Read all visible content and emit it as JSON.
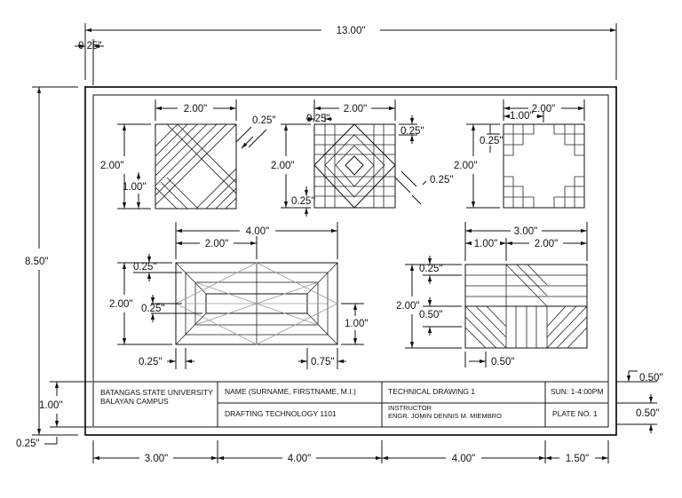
{
  "dimensions": {
    "sheet_width": "13.00\"",
    "sheet_height": "8.50\"",
    "border_offset": "0.25\"",
    "title_block_height": "1.00\"",
    "bottom_offset": "0.25\"",
    "tb_right_top": "0.50\"",
    "tb_right_bottom": "0.50\"",
    "col1": "3.00\"",
    "col2": "4.00\"",
    "col3": "4.00\"",
    "col4": "1.50\"",
    "fig1_width": "2.00\"",
    "fig1_height": "2.00\"",
    "fig1_half": "1.00\"",
    "fig1_diag": "0.25\"",
    "fig2_width": "2.00\"",
    "fig2_offset": "0.25\"",
    "fig2_height": "2.00\"",
    "fig2_top": "0.25\"",
    "fig2_bottom": "0.25\"",
    "fig2_diag": "0.25\"",
    "fig3_width": "2.00\"",
    "fig3_half": "1.00\"",
    "fig3_small": "0.25\"",
    "fig3_height": "2.00\"",
    "fig4_width": "4.00\"",
    "fig4_half": "2.00\"",
    "fig4_top": "0.25\"",
    "fig4_height": "2.00\"",
    "fig4_inner": "0.25\"",
    "fig4_right": "1.00\"",
    "fig4_bottom_left": "0.25\"",
    "fig4_bottom_right": "0.75\"",
    "fig5_width": "3.00\"",
    "fig5_left": "1.00\"",
    "fig5_right": "2.00\"",
    "fig5_top": "0.25\"",
    "fig5_height": "2.00\"",
    "fig5_mid": "0.50\"",
    "fig5_bottom": "0.50\""
  },
  "title_block": {
    "school_line1": "BATANGAS STATE UNIVERSITY",
    "school_line2": "BALAYAN CAMPUS",
    "name_label": "NAME (SURNAME, FIRSTNAME, M.I.)",
    "course": "DRAFTING TECHNOLOGY 1101",
    "subject": "TECHNICAL DRAWING 1",
    "instructor_label": "INSTRUCTOR",
    "instructor_name": "ENGR. JOMIN DENNIS M. MIEMBRO",
    "schedule": "SUN: 1-4:00PM",
    "plate": "PLATE NO. 1"
  }
}
